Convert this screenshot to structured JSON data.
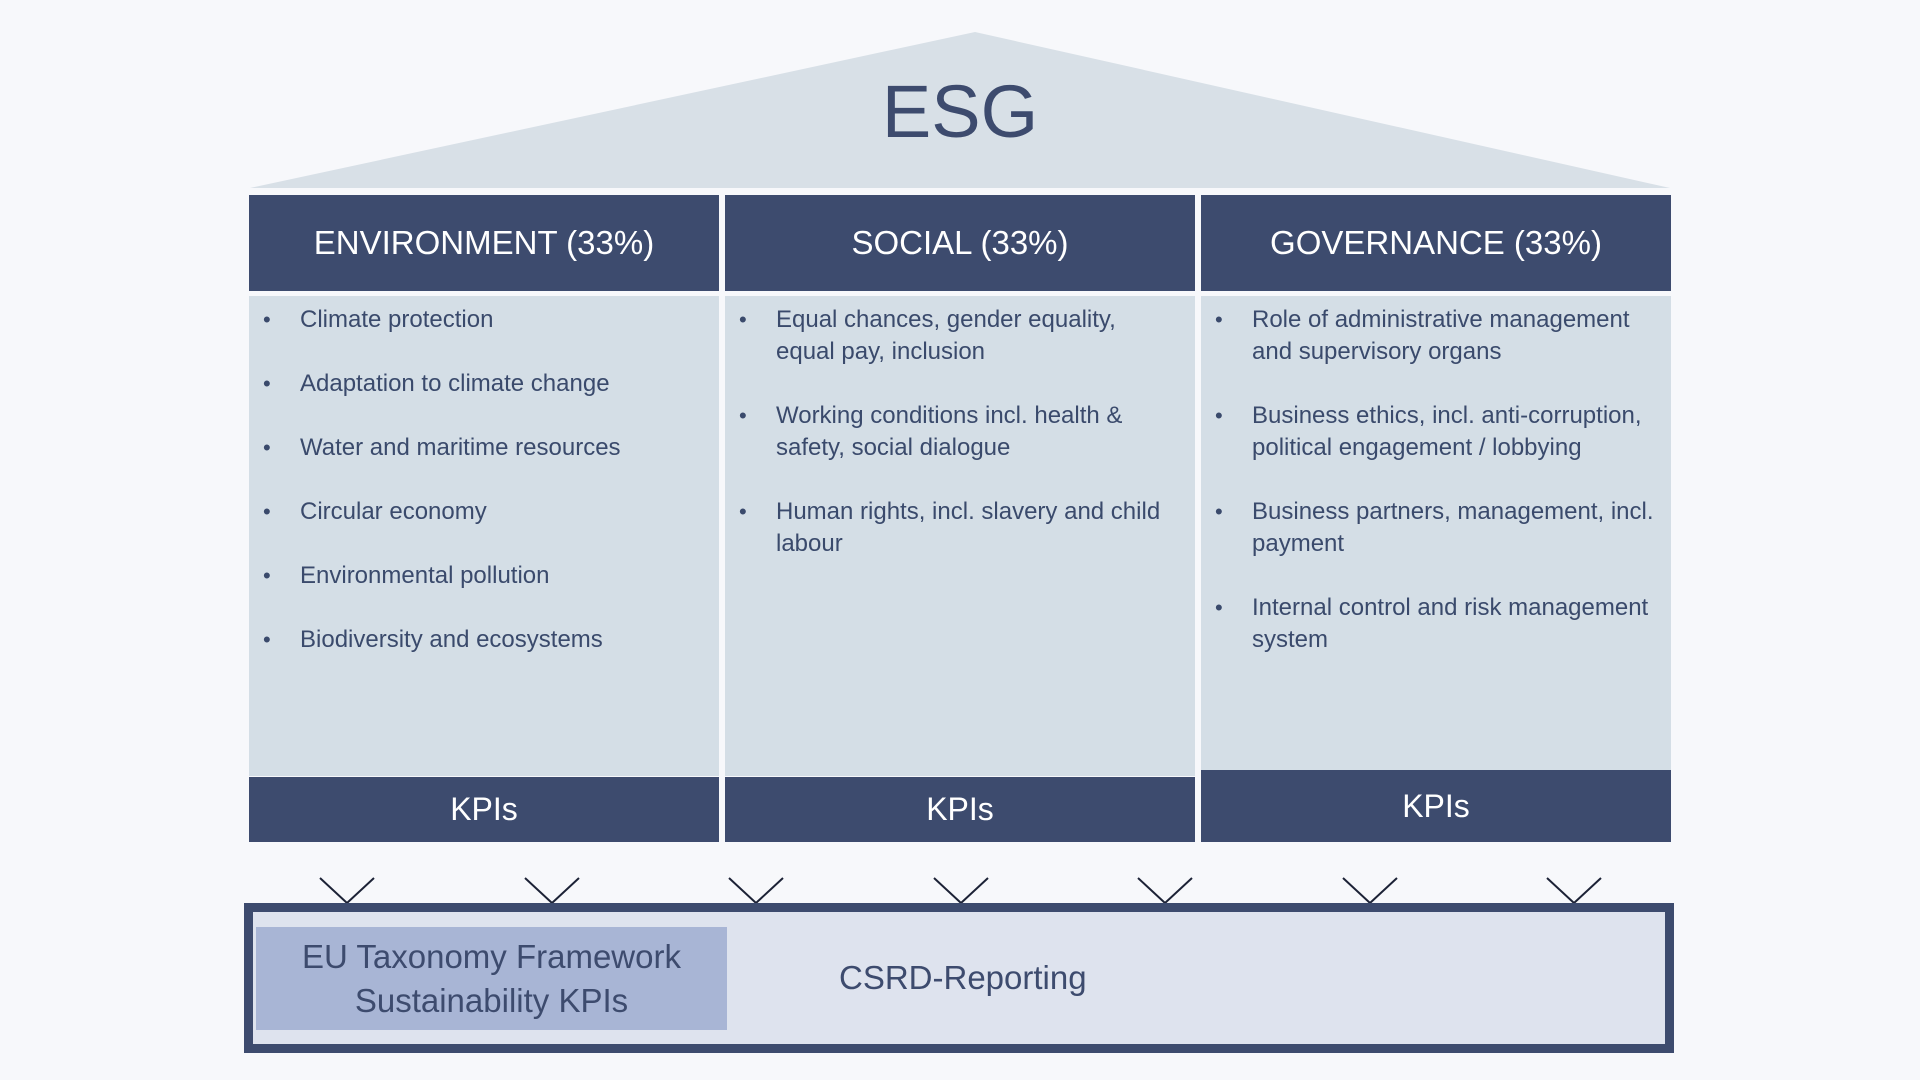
{
  "title": "ESG",
  "pillars": [
    {
      "heading": "ENVIRONMENT (33%)",
      "items": [
        "Climate protection",
        "Adaptation to climate change",
        "Water and maritime resources",
        "Circular economy",
        "Environmental pollution",
        "Biodiversity and ecosystems"
      ],
      "kpi_label": "KPIs"
    },
    {
      "heading": "SOCIAL (33%)",
      "items": [
        "Equal chances, gender equality, equal pay, inclusion",
        "Working conditions incl. health & safety, social dialogue",
        "Human rights, incl. slavery and child labour"
      ],
      "kpi_label": "KPIs"
    },
    {
      "heading": "GOVERNANCE (33%)",
      "items": [
        "Role of administrative management and supervisory organs",
        "Business ethics, incl. anti-corruption, political engagement / lobbying",
        "Business partners, management, incl. payment",
        "Internal control and risk management system"
      ],
      "kpi_label": "KPIs"
    }
  ],
  "base": {
    "eu_line1": "EU Taxonomy Framework",
    "eu_line2": "Sustainability KPIs",
    "csrd": "CSRD-Reporting"
  },
  "bullet_char": "•",
  "colors": {
    "dark_navy": "#3d4b6e",
    "light_panel": "#d4dee6",
    "roof": "#d8e0e7",
    "eu_box": "#a8b5d5",
    "base_fill": "#dee3ee"
  }
}
